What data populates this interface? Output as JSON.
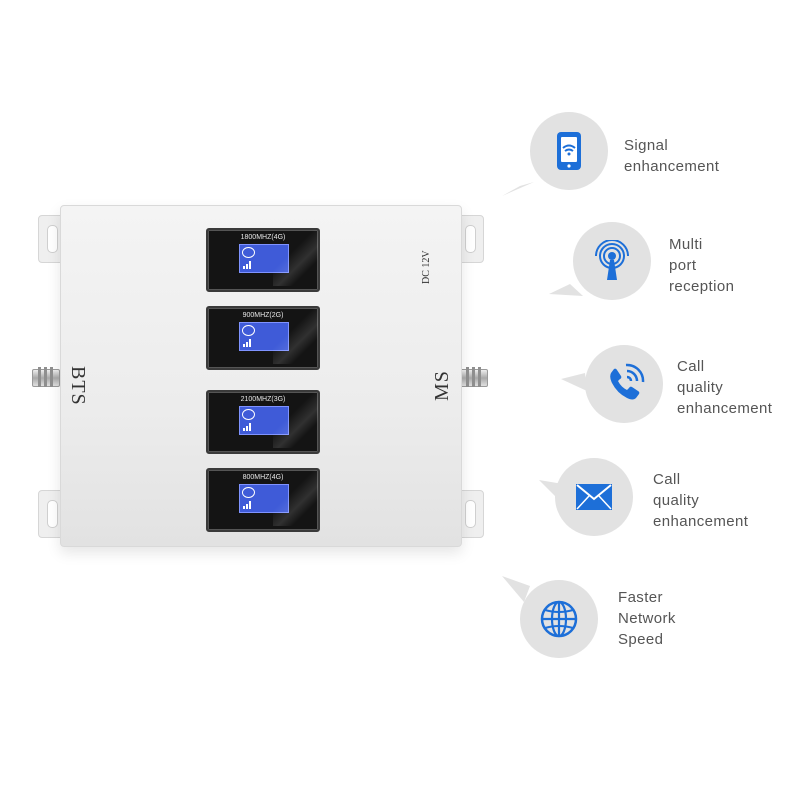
{
  "device": {
    "port_left": "BTS",
    "port_right": "MS",
    "power_label": "DC 12V",
    "screens": [
      {
        "band": "1800MHZ(4G)"
      },
      {
        "band": "900MHZ(2G)"
      },
      {
        "band": "2100MHZ(3G)"
      },
      {
        "band": "800MHZ(4G)"
      }
    ]
  },
  "features": [
    {
      "icon": "phone-wifi-icon",
      "lines": [
        "Signal",
        "enhancement"
      ]
    },
    {
      "icon": "antenna-icon",
      "lines": [
        "Multi",
        "port",
        "reception"
      ]
    },
    {
      "icon": "phone-call-icon",
      "lines": [
        "Call",
        "quality",
        "enhancement"
      ]
    },
    {
      "icon": "envelope-icon",
      "lines": [
        "Call",
        "quality",
        "enhancement"
      ]
    },
    {
      "icon": "globe-icon",
      "lines": [
        "Faster",
        "Network",
        "Speed"
      ]
    }
  ],
  "colors": {
    "icon_blue": "#1d6fd8",
    "bubble_gray": "#e2e2e2",
    "lcd_blue": "#3f5bd8"
  }
}
